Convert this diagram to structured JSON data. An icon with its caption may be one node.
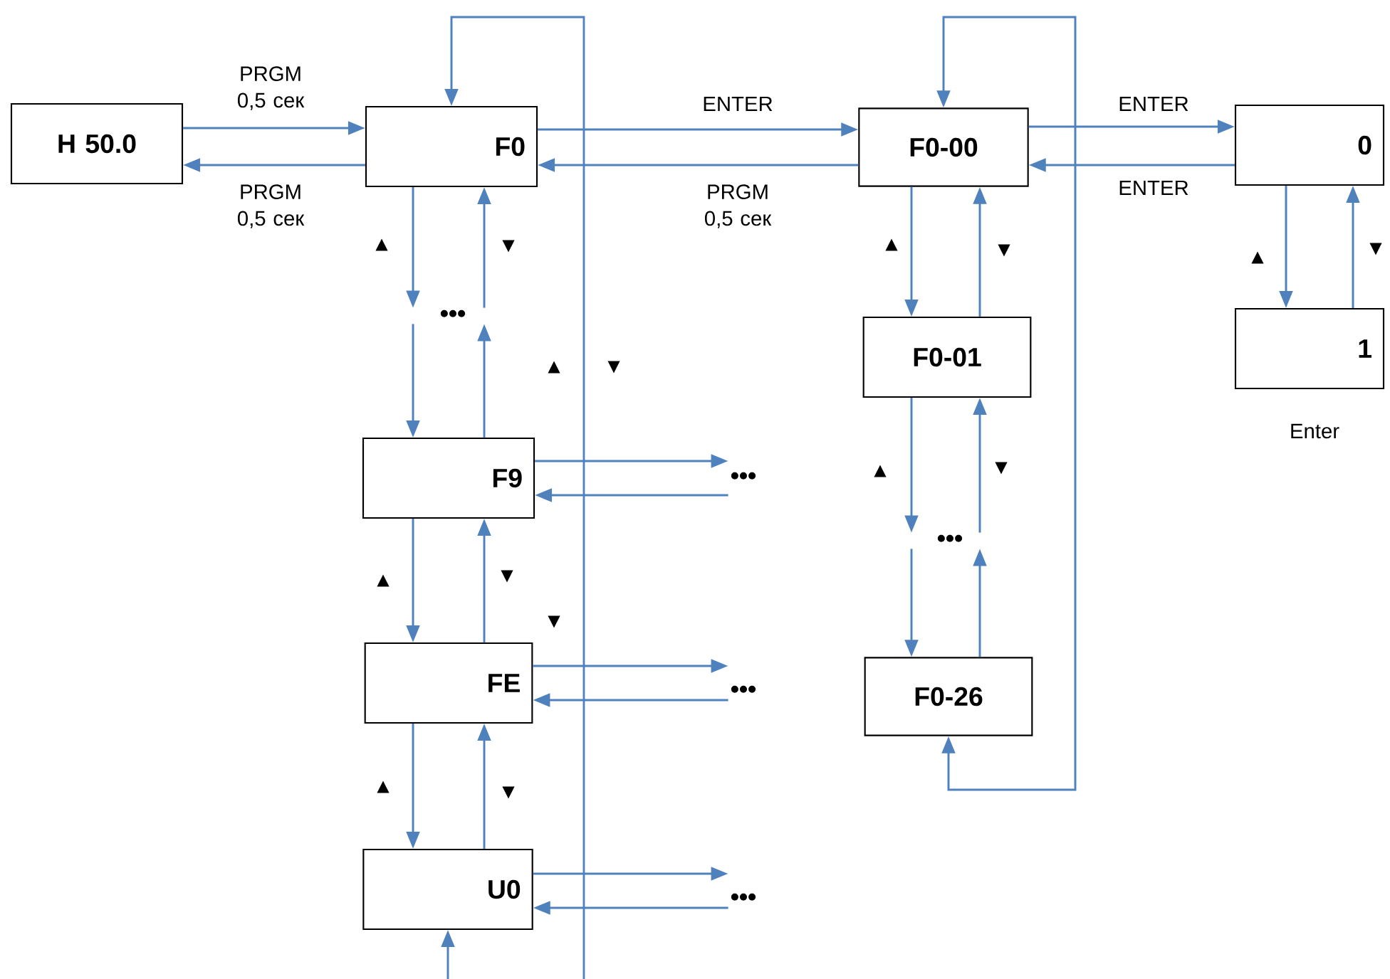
{
  "diagram": {
    "nodes": [
      {
        "text": [
          "H 50.0"
        ]
      },
      {
        "text": [
          "F0"
        ]
      },
      {
        "text": [
          "•••"
        ]
      },
      {
        "text": [
          "F9"
        ]
      },
      {
        "text": [
          "•••"
        ]
      },
      {
        "text": [
          "FE"
        ]
      },
      {
        "text": [
          "•••"
        ]
      },
      {
        "text": [
          "U0"
        ]
      },
      {
        "text": [
          "•••"
        ]
      },
      {
        "text": [
          "F0-00"
        ]
      },
      {
        "text": [
          "F0-01"
        ]
      },
      {
        "text": [
          "•••"
        ]
      },
      {
        "text": [
          "F0-26"
        ]
      },
      {
        "text": [
          "0"
        ]
      },
      {
        "text": [
          "1"
        ],
        "beside": [
          "Enter"
        ]
      }
    ],
    "edges": [
      {
        "from": 0,
        "to": 1,
        "arrow": "to",
        "label": "PRGM 0,5 сек"
      },
      {
        "from": 1,
        "to": 0,
        "arrow": "to",
        "label": "PRGM 0,5 сек"
      },
      {
        "from": 1,
        "to": 9,
        "arrow": "to",
        "label": "ENTER"
      },
      {
        "from": 9,
        "to": 1,
        "arrow": "to",
        "label": "PRGM 0,5 сек"
      },
      {
        "from": 9,
        "to": 13,
        "arrow": "to",
        "label": "ENTER"
      },
      {
        "from": 13,
        "to": 9,
        "arrow": "to",
        "label": "ENTER"
      },
      {
        "from": 1,
        "to": 2,
        "arrow": "to",
        "label": "▲"
      },
      {
        "from": 2,
        "to": 1,
        "arrow": "to",
        "label": "▼"
      },
      {
        "from": 2,
        "to": 3,
        "arrow": "to"
      },
      {
        "from": 3,
        "to": 2,
        "arrow": "to"
      },
      {
        "from": 3,
        "to": 5,
        "arrow": "to",
        "label": "▲"
      },
      {
        "from": 5,
        "to": 3,
        "arrow": "to",
        "label": "▼"
      },
      {
        "from": 5,
        "to": 7,
        "arrow": "to",
        "label": "▲"
      },
      {
        "from": 7,
        "to": 5,
        "arrow": "to",
        "label": "▼"
      },
      {
        "from": 3,
        "to": 4,
        "arrow": "to"
      },
      {
        "from": 4,
        "to": 3,
        "arrow": "to"
      },
      {
        "from": 5,
        "to": 6,
        "arrow": "to"
      },
      {
        "from": 6,
        "to": 5,
        "arrow": "to"
      },
      {
        "from": 7,
        "to": 8,
        "arrow": "to"
      },
      {
        "from": 8,
        "to": 7,
        "arrow": "to"
      },
      {
        "from": null,
        "to": 1,
        "arrow": "to"
      },
      {
        "from": null,
        "to": 7,
        "arrow": "to"
      },
      {
        "from": 9,
        "to": 10,
        "arrow": "to",
        "label": "▲"
      },
      {
        "from": 10,
        "to": 9,
        "arrow": "to",
        "label": "▼"
      },
      {
        "from": 10,
        "to": 11,
        "arrow": "to",
        "label": "▲"
      },
      {
        "from": 11,
        "to": 10,
        "arrow": "to",
        "label": "▼"
      },
      {
        "from": 11,
        "to": 12,
        "arrow": "to"
      },
      {
        "from": 12,
        "to": 11,
        "arrow": "to"
      },
      {
        "from": 12,
        "to": 9,
        "arrow": "both"
      },
      {
        "from": 13,
        "to": 14,
        "arrow": "to",
        "label": "▲"
      },
      {
        "from": 14,
        "to": 13,
        "arrow": "to",
        "label": "▼"
      }
    ],
    "labels": [
      "▲",
      "▼",
      "▼"
    ]
  }
}
